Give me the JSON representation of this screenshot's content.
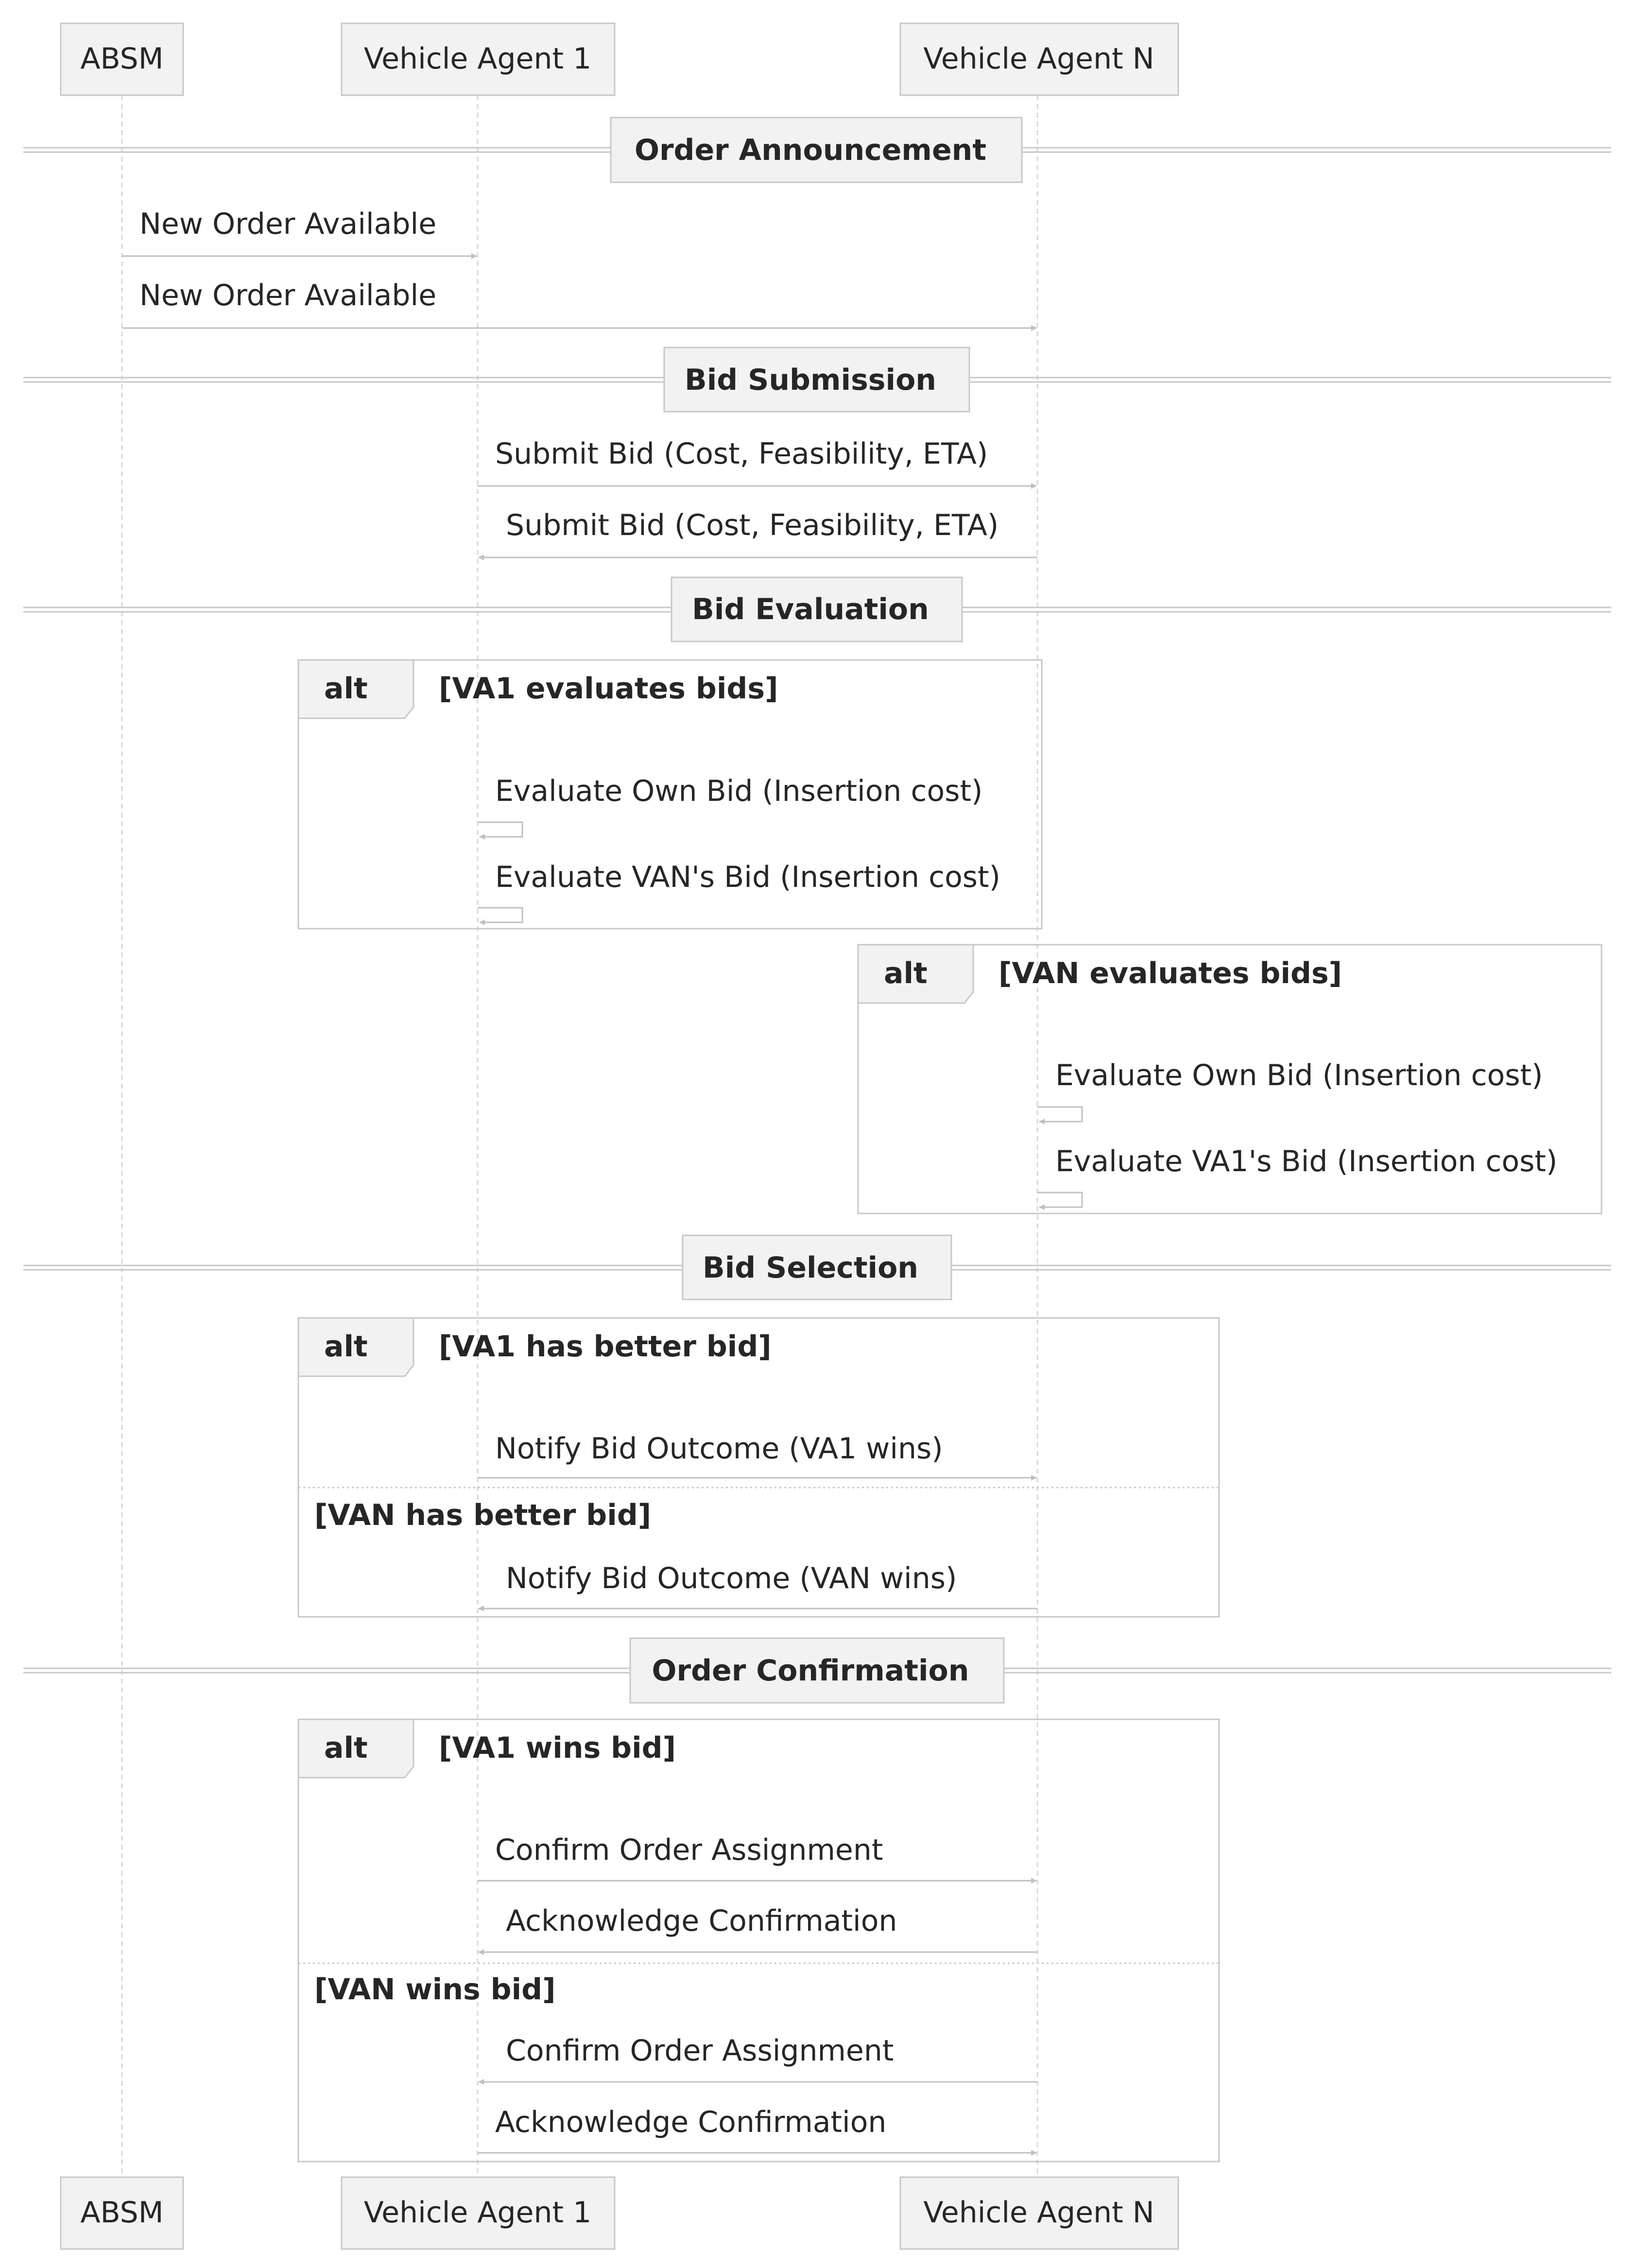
{
  "participants": [
    {
      "id": "absm",
      "label": "ABSM"
    },
    {
      "id": "va1",
      "label": "Vehicle Agent 1"
    },
    {
      "id": "van",
      "label": "Vehicle Agent N"
    }
  ],
  "sections": {
    "order_announcement": "Order Announcement",
    "bid_submission": "Bid Submission",
    "bid_evaluation": "Bid Evaluation",
    "bid_selection": "Bid Selection",
    "order_confirmation": "Order Confirmation"
  },
  "fragments": {
    "alt_label": "alt",
    "va1_evaluates": "[VA1 evaluates bids]",
    "van_evaluates": "[VAN evaluates bids]",
    "va1_better": "[VA1 has better bid]",
    "van_better": "[VAN has better bid]",
    "va1_wins": "[VA1 wins bid]",
    "van_wins": "[VAN wins bid]"
  },
  "messages": {
    "new_order_va1": "New Order Available",
    "new_order_van": "New Order Available",
    "bid_va1": "Submit Bid (Cost, Feasibility, ETA)",
    "bid_van": "Submit Bid (Cost, Feasibility, ETA)",
    "va1_eval_own": "Evaluate Own Bid (Insertion cost)",
    "va1_eval_van": "Evaluate VAN's Bid (Insertion cost)",
    "van_eval_own": "Evaluate Own Bid (Insertion cost)",
    "van_eval_va1": "Evaluate VA1's Bid (Insertion cost)",
    "outcome_va1": "Notify Bid Outcome (VA1 wins)",
    "outcome_van": "Notify Bid Outcome (VAN wins)",
    "confirm_va1": "Confirm Order Assignment",
    "ack_va1": "Acknowledge Confirmation",
    "confirm_van": "Confirm Order Assignment",
    "ack_van": "Acknowledge Confirmation"
  },
  "colors": {
    "box_fill": "#f2f2f2",
    "box_stroke": "#c8c8c8",
    "lifeline": "#d8d8d8",
    "arrow": "#c0c0c0",
    "text": "#262626"
  }
}
